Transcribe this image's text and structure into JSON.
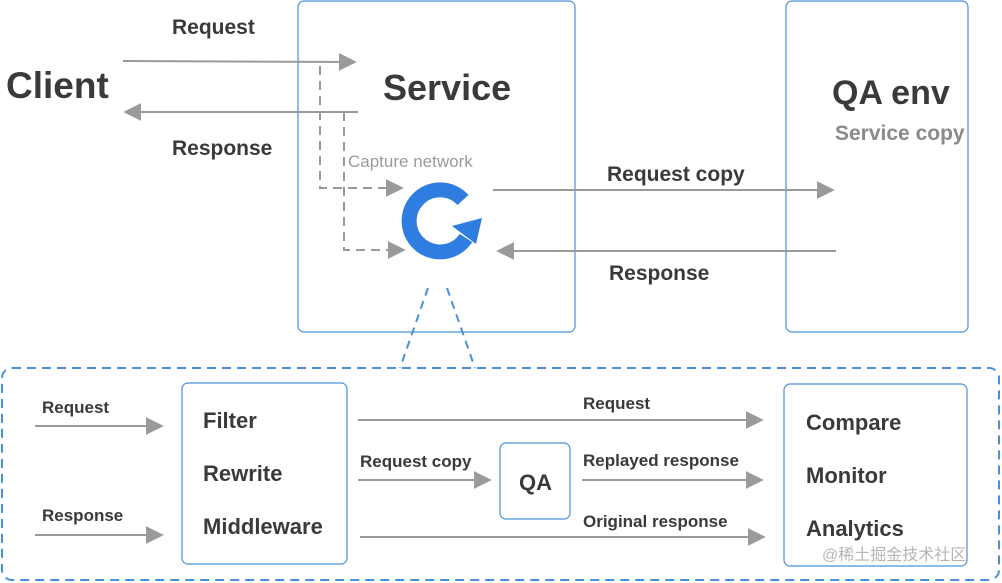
{
  "top": {
    "client_label": "Client",
    "service_label": "Service",
    "qa_env_label": "QA env",
    "qa_env_sublabel": "Service copy",
    "request_label": "Request",
    "response_label": "Response",
    "capture_label": "Capture network",
    "request_copy_label": "Request copy",
    "qa_response_label": "Response"
  },
  "bottom": {
    "request_in_label": "Request",
    "response_in_label": "Response",
    "middle_items": [
      "Filter",
      "Rewrite",
      "Middleware"
    ],
    "request_label": "Request",
    "request_copy_label": "Request copy",
    "qa_label": "QA",
    "replayed_label": "Replayed response",
    "original_label": "Original response",
    "right_items": [
      "Compare",
      "Monitor",
      "Analytics"
    ]
  },
  "watermark": "@稀土掘金技术社区",
  "colors": {
    "box_stroke": "#4a90d9",
    "dashed_stroke": "#4a90d9",
    "arrow": "#9a9a9a",
    "text_dark": "#3a3a3a",
    "text_gray": "#8a8a8a",
    "logo_blue": "#2f7de1"
  }
}
